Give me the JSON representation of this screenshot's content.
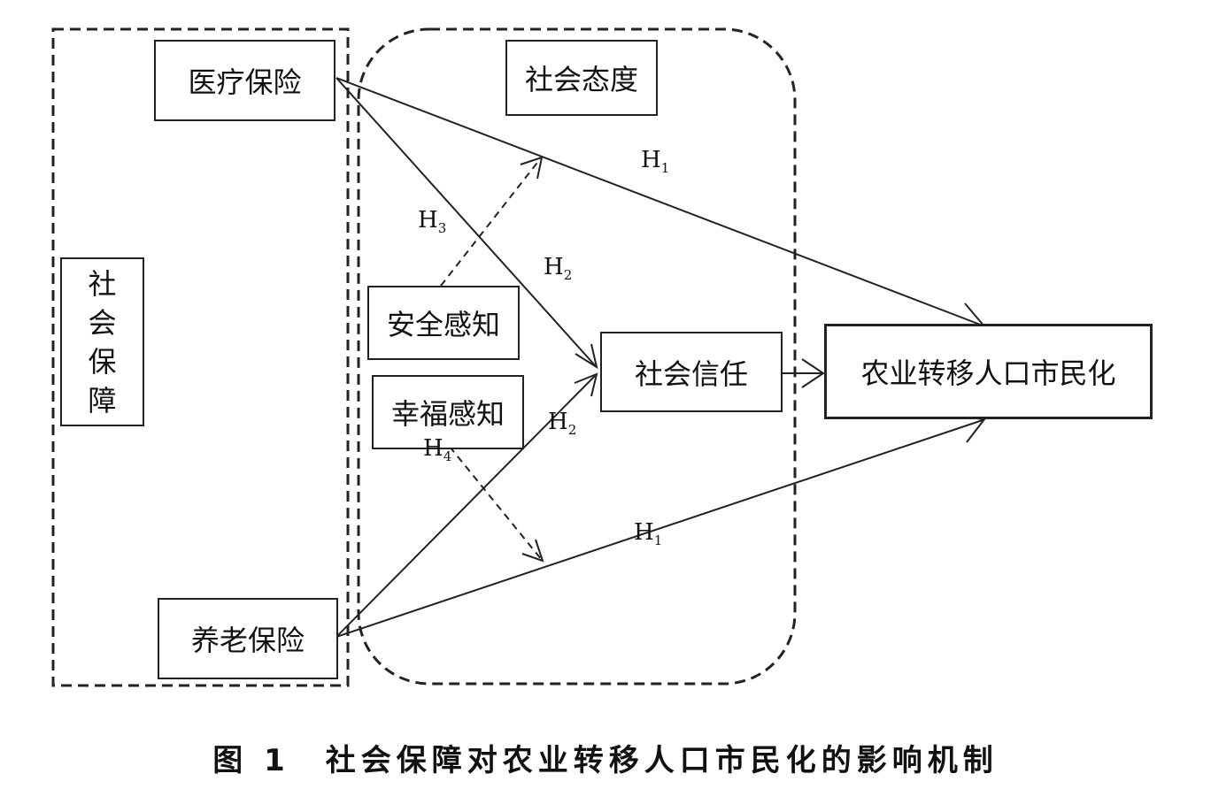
{
  "nodes": {
    "medical": "医疗保险",
    "pension": "养老保险",
    "social_security": [
      "社",
      "会",
      "保",
      "障"
    ],
    "social_attitude": "社会态度",
    "safety": "安全感知",
    "happiness": "幸福感知",
    "trust": "社会信任",
    "outcome": "农业转移人口市民化"
  },
  "hypotheses": {
    "h1_top": {
      "base": "H",
      "sub": "1"
    },
    "h1_bottom": {
      "base": "H",
      "sub": "1"
    },
    "h2_top": {
      "base": "H",
      "sub": "2"
    },
    "h2_bottom": {
      "base": "H",
      "sub": "2"
    },
    "h3": {
      "base": "H",
      "sub": "3"
    },
    "h4": {
      "base": "H",
      "sub": "4"
    }
  },
  "caption": "图 1　社会保障对农业转移人口市民化的影响机制"
}
